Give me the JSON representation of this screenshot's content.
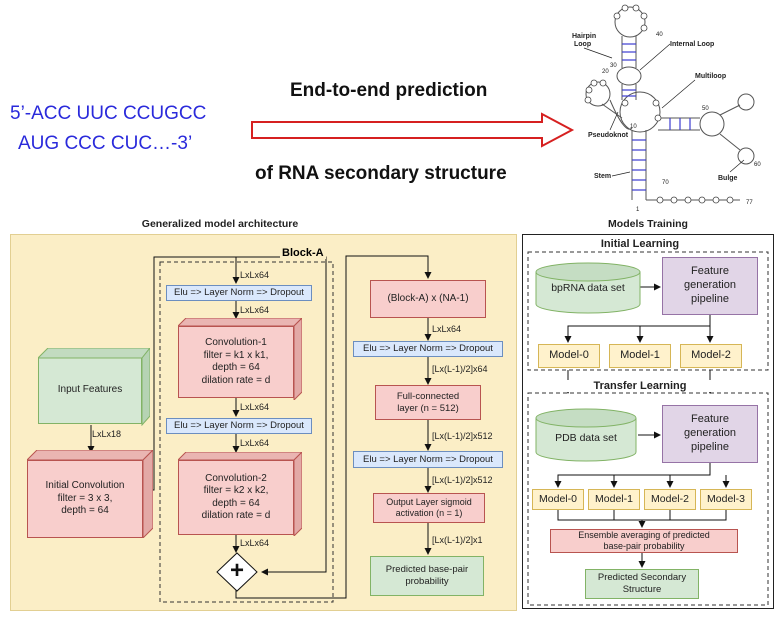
{
  "header": {
    "sequence_line1": "5’-ACC UUC CCUGCC",
    "sequence_line2": "AUG CCC CUC…-3’",
    "title_line1": "End-to-end prediction",
    "title_line2": "of RNA secondary structure"
  },
  "structure": {
    "labels": {
      "hairpin": "Hairpin\nLoop",
      "internal": "Internal Loop",
      "multiloop": "Multiloop",
      "pseudoknot": "Pseudoknot",
      "stem": "Stem",
      "bulge": "Bulge"
    },
    "numbers": [
      "1",
      "10",
      "20",
      "30",
      "40",
      "50",
      "60",
      "70",
      "77"
    ]
  },
  "architecture": {
    "title": "Generalized model architecture",
    "block_title": "Block-A",
    "input_features": "Input Features",
    "lxl18": "LxLx18",
    "initial_conv": "Initial Convolution\nfilter = 3 x 3,\ndepth = 64",
    "elu1": "Elu => Layer Norm => Dropout",
    "elu2": "Elu => Layer Norm => Dropout",
    "conv1": "Convolution-1\nfilter = k1 x k1,\ndepth = 64\ndilation rate = d",
    "conv2": "Convolution-2\nfilter = k2 x k2,\ndepth = 64\ndilation rate = d",
    "dim_a": "LxLx64",
    "dim_b": "LxLx64",
    "dim_c": "LxLx64",
    "dim_d": "LxLx64",
    "dim_e": "LxLx64",
    "plus": "+",
    "block_repeat": "(Block-A) x (NA-1)",
    "dim_f": "LxLx64",
    "elu3": "Elu => Layer Norm => Dropout",
    "dim_g": "[Lx(L-1)/2]x64",
    "fc": "Full-connected\nlayer (n = 512)",
    "dim_h": "[Lx(L-1)/2]x512",
    "elu4": "Elu => Layer Norm => Dropout",
    "dim_i": "[Lx(L-1)/2]x512",
    "output": "Output Layer sigmoid\nactivation (n = 1)",
    "dim_j": "[Lx(L-1)/2]x1",
    "predicted": "Predicted base-pair\nprobability"
  },
  "training": {
    "title": "Models Training",
    "initial": "Initial Learning",
    "bprna": "bpRNA data set",
    "feature1": "Feature\ngeneration\npipeline",
    "models1": [
      "Model-0",
      "Model-1",
      "Model-2"
    ],
    "transfer": "Transfer Learning",
    "pdb": "PDB data set",
    "feature2": "Feature\ngeneration\npipeline",
    "models2": [
      "Model-0",
      "Model-1",
      "Model-2",
      "Model-3"
    ],
    "ensemble": "Ensemble averaging of predicted\nbase-pair probability",
    "predicted": "Predicted Secondary\nStructure"
  },
  "colors": {
    "sequence": "#2a2adb",
    "arrow": "#d62020",
    "panel_bg": "#fbeec6"
  }
}
